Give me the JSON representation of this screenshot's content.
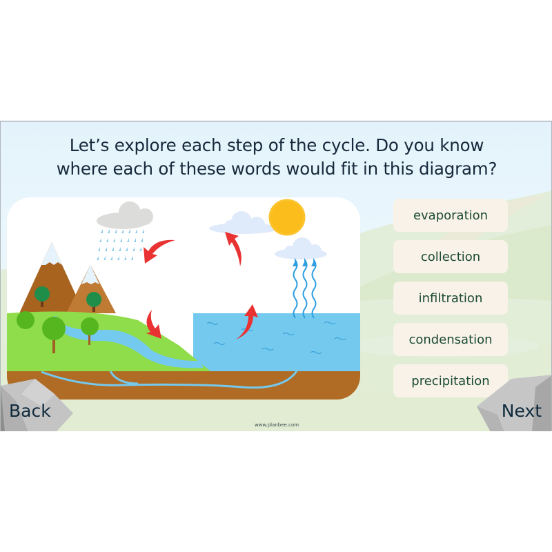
{
  "slide": {
    "title_line1": "Let’s explore each step of the cycle. Do you know",
    "title_line2": "where each of these words would fit in this diagram?",
    "words": [
      {
        "label": "evaporation"
      },
      {
        "label": "collection"
      },
      {
        "label": "infiltration"
      },
      {
        "label": "condensation"
      },
      {
        "label": "precipitation"
      }
    ],
    "diagram": {
      "name": "water-cycle-diagram",
      "icons": [
        "rain-cloud-icon",
        "cloud-icon",
        "sun-icon",
        "mountain-icon",
        "tree-icon",
        "red-arrow-icon",
        "evaporation-wave-arrow-icon"
      ]
    },
    "nav": {
      "back_label": "Back",
      "next_label": "Next"
    },
    "footer": "www.planbee.com"
  },
  "colors": {
    "title_text": "#16283a",
    "card_bg": "#f8f2e8",
    "card_text": "#1b4a33",
    "water": "#74c9ee",
    "grass": "#8fdd4a",
    "soil": "#b06c25",
    "arrow_red": "#e93232",
    "sun": "#fbbd1c"
  }
}
